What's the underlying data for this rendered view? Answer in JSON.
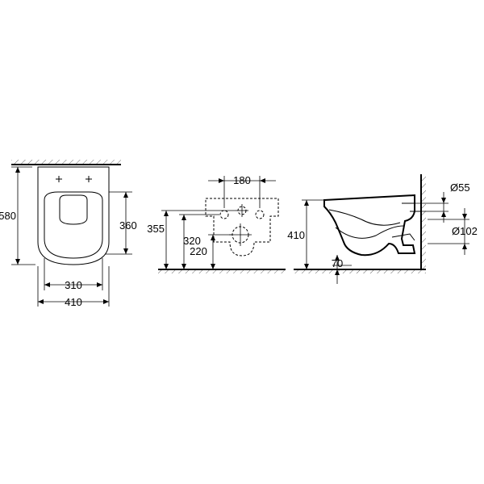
{
  "diagram": {
    "top_view": {
      "length": "580",
      "inner_length": "360",
      "inner_width": "310",
      "outer_width": "410"
    },
    "front_view": {
      "fixing_spacing": "180",
      "height_355": "355",
      "height_320": "320",
      "height_220": "220"
    },
    "side_view": {
      "height": "410",
      "offset": "70",
      "inlet_diameter": "Ø55",
      "outlet_diameter": "Ø102"
    }
  }
}
